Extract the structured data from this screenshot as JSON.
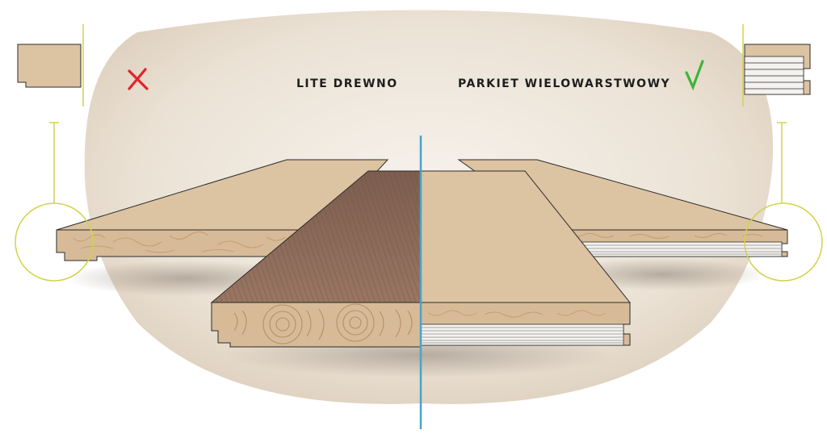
{
  "labels": {
    "left": "LITE DREWNO",
    "right": "PARKIET WIELOWARSTWOWY"
  },
  "marks": {
    "left": "cross",
    "right": "check"
  },
  "icons": [
    "cross-icon",
    "check-icon"
  ],
  "colors": {
    "background_blob": "#ece4d8",
    "plank_face": "#dcc3a2",
    "plank_end": "#d7bb98",
    "dark_plank": "#8a6a5a",
    "divider": "#4aa3c8",
    "callout": "#d4d24a",
    "cross": "#e0242c",
    "check": "#3db33a",
    "outline": "#2b2b2b"
  }
}
